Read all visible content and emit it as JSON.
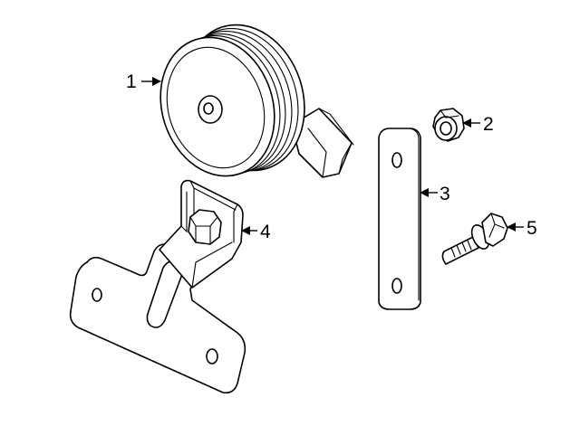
{
  "callouts": {
    "horn": "1",
    "nut": "2",
    "strap": "3",
    "bracket": "4",
    "bolt": "5"
  },
  "colors": {
    "line": "#000000",
    "background": "#ffffff"
  }
}
